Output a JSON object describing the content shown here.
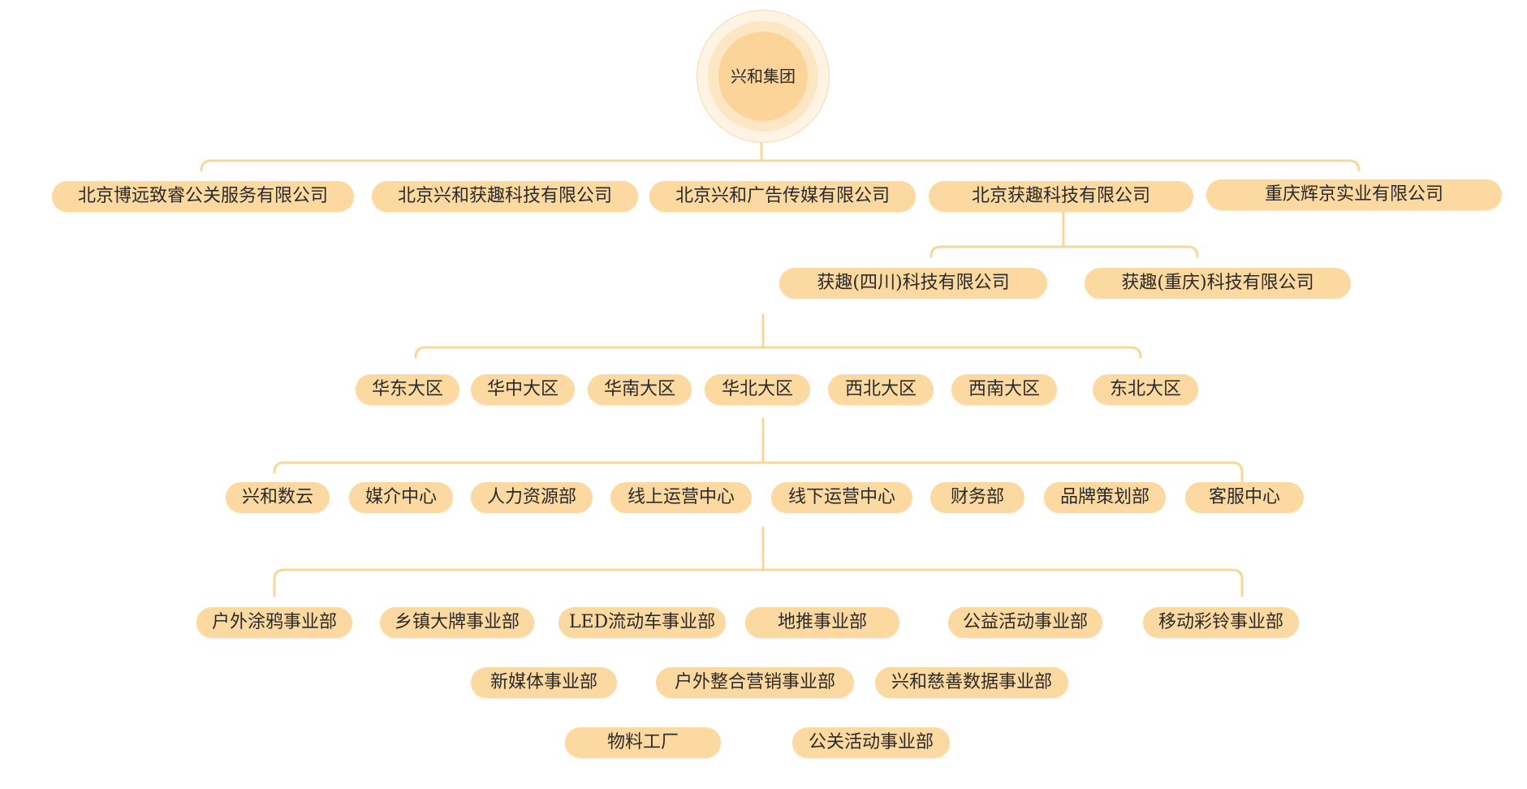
{
  "root": {
    "label": "兴和集团"
  },
  "companies": [
    {
      "label": "北京博远致睿公关服务有限公司"
    },
    {
      "label": "北京兴和获趣科技有限公司"
    },
    {
      "label": "北京兴和广告传媒有限公司"
    },
    {
      "label": "北京获趣科技有限公司"
    },
    {
      "label": "重庆辉京实业有限公司"
    }
  ],
  "subsidiaries": [
    {
      "label": "获趣(四川)科技有限公司"
    },
    {
      "label": "获趣(重庆)科技有限公司"
    }
  ],
  "regions": [
    {
      "label": "华东大区"
    },
    {
      "label": "华中大区"
    },
    {
      "label": "华南大区"
    },
    {
      "label": "华北大区"
    },
    {
      "label": "西北大区"
    },
    {
      "label": "西南大区"
    },
    {
      "label": "东北大区"
    }
  ],
  "departments": [
    {
      "label": "兴和数云"
    },
    {
      "label": "媒介中心"
    },
    {
      "label": "人力资源部"
    },
    {
      "label": "线上运营中心"
    },
    {
      "label": "线下运营中心"
    },
    {
      "label": "财务部"
    },
    {
      "label": "品牌策划部"
    },
    {
      "label": "客服中心"
    }
  ],
  "business_units": [
    {
      "label": "户外涂鸦事业部"
    },
    {
      "label": "乡镇大牌事业部"
    },
    {
      "label": "LED流动车事业部"
    },
    {
      "label": "地推事业部"
    },
    {
      "label": "公益活动事业部"
    },
    {
      "label": "移动彩铃事业部"
    },
    {
      "label": "新媒体事业部"
    },
    {
      "label": "户外整合营销事业部"
    },
    {
      "label": "兴和慈善数据事业部"
    },
    {
      "label": "物料工厂"
    },
    {
      "label": "公关活动事业部"
    }
  ],
  "colors": {
    "node_fill": "#fcd9a0",
    "connector": "#f7d89a",
    "text": "#2a2a2a"
  }
}
